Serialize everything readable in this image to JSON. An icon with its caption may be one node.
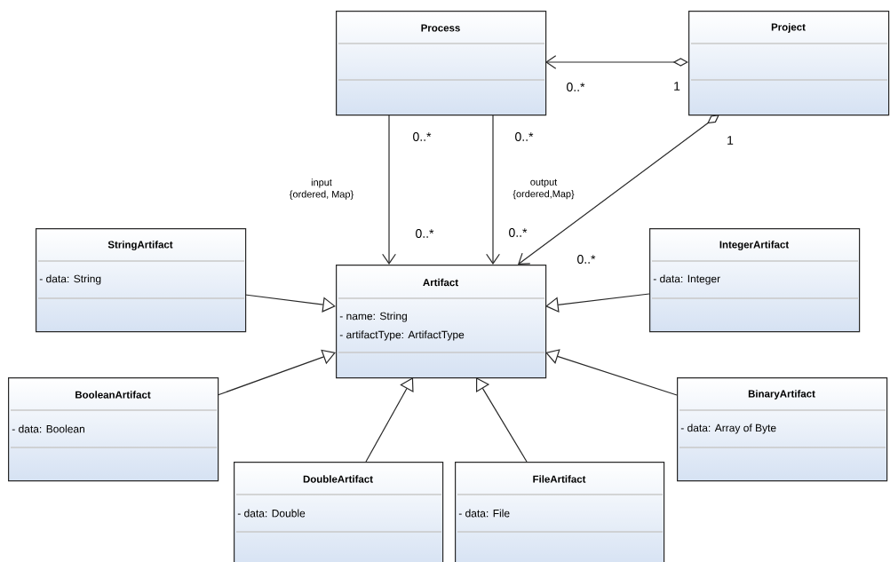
{
  "diagram": {
    "nodes": [
      {
        "text": [
          "Process"
        ]
      },
      {
        "text": [
          "Project"
        ]
      },
      {
        "text": [
          "StringArtifact",
          "- data: String"
        ]
      },
      {
        "text": [
          "Artifact",
          "- name: String",
          "- artifactType: ArtifactType"
        ]
      },
      {
        "text": [
          "IntegerArtifact",
          "- data: Integer"
        ]
      },
      {
        "text": [
          "BooleanArtifact",
          "- data: Boolean"
        ]
      },
      {
        "text": [
          "BinaryArtifact",
          "- data: Array of Byte"
        ]
      },
      {
        "text": [
          "DoubleArtifact",
          "- data: Double"
        ]
      },
      {
        "text": [
          "FileArtifact",
          "- data: File"
        ]
      }
    ],
    "edges": [
      {
        "from": 1,
        "to": 0,
        "arrow": "to"
      },
      {
        "from": 0,
        "to": 3,
        "arrow": "to",
        "label": "input {ordered, Map}"
      },
      {
        "from": 0,
        "to": 3,
        "arrow": "to",
        "label": "output {ordered,Map}"
      },
      {
        "from": 1,
        "to": 3,
        "arrow": "to"
      },
      {
        "from": 2,
        "to": 3,
        "arrow": "to"
      },
      {
        "from": 4,
        "to": 3,
        "arrow": "to"
      },
      {
        "from": 5,
        "to": 3,
        "arrow": "to"
      },
      {
        "from": 6,
        "to": 3,
        "arrow": "to"
      },
      {
        "from": 7,
        "to": 3,
        "arrow": "to"
      },
      {
        "from": 8,
        "to": 3,
        "arrow": "to"
      }
    ],
    "labels": [
      "0..*",
      "1",
      "0..*",
      "0..*",
      "1",
      "0..*",
      "0..*",
      "0..*"
    ]
  }
}
